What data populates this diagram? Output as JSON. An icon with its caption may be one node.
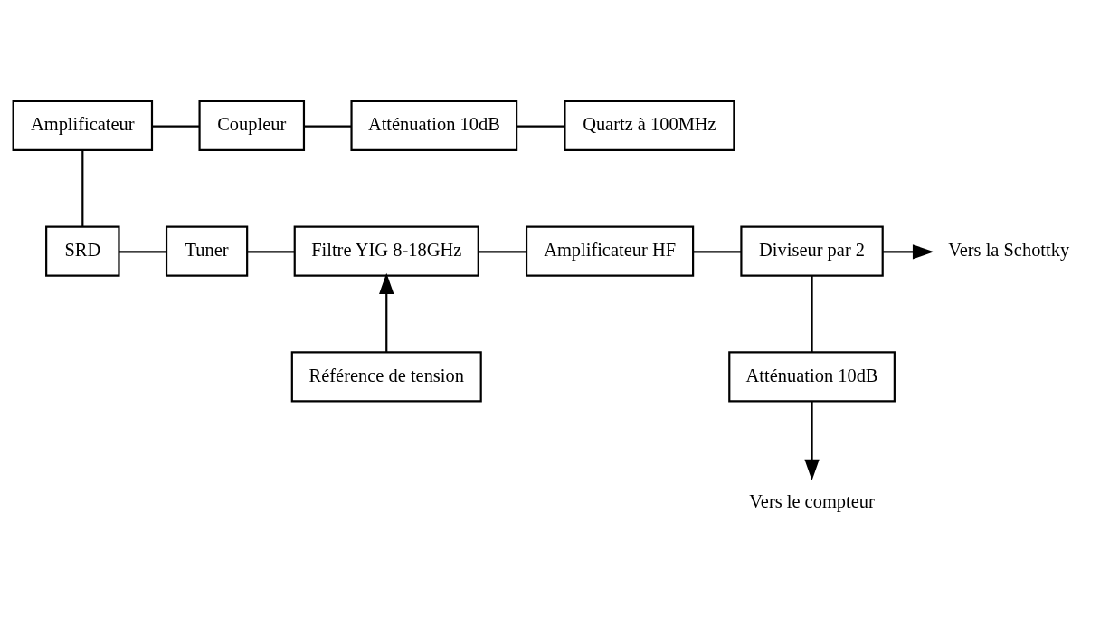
{
  "diagram": {
    "nodes": [
      {
        "text": [
          "Amplificateur"
        ]
      },
      {
        "text": [
          "Coupleur"
        ]
      },
      {
        "text": [
          "Atténuation 10dB"
        ]
      },
      {
        "text": [
          "Quartz à 100MHz"
        ]
      },
      {
        "text": [
          "SRD"
        ]
      },
      {
        "text": [
          "Tuner"
        ]
      },
      {
        "text": [
          "Filtre YIG 8-18GHz"
        ]
      },
      {
        "text": [
          "Amplificateur HF"
        ]
      },
      {
        "text": [
          "Diviseur par 2"
        ]
      },
      {
        "text": [
          "Référence de tension"
        ]
      },
      {
        "text": [
          "Atténuation 10dB"
        ]
      },
      {
        "text": [
          "Vers la Schottky"
        ]
      },
      {
        "text": [
          "Vers le compteur"
        ]
      }
    ],
    "edges": [
      {
        "from": 0,
        "to": 1,
        "arrow": "none"
      },
      {
        "from": 1,
        "to": 2,
        "arrow": "none"
      },
      {
        "from": 2,
        "to": 3,
        "arrow": "none"
      },
      {
        "from": 0,
        "to": 4,
        "arrow": "none"
      },
      {
        "from": 4,
        "to": 5,
        "arrow": "none"
      },
      {
        "from": 5,
        "to": 6,
        "arrow": "none"
      },
      {
        "from": 6,
        "to": 7,
        "arrow": "none"
      },
      {
        "from": 7,
        "to": 8,
        "arrow": "none"
      },
      {
        "from": 9,
        "to": 6,
        "arrow": "to"
      },
      {
        "from": 8,
        "to": 10,
        "arrow": "none"
      },
      {
        "from": 8,
        "to": 11,
        "arrow": "to"
      },
      {
        "from": 10,
        "to": 12,
        "arrow": "to"
      }
    ]
  }
}
